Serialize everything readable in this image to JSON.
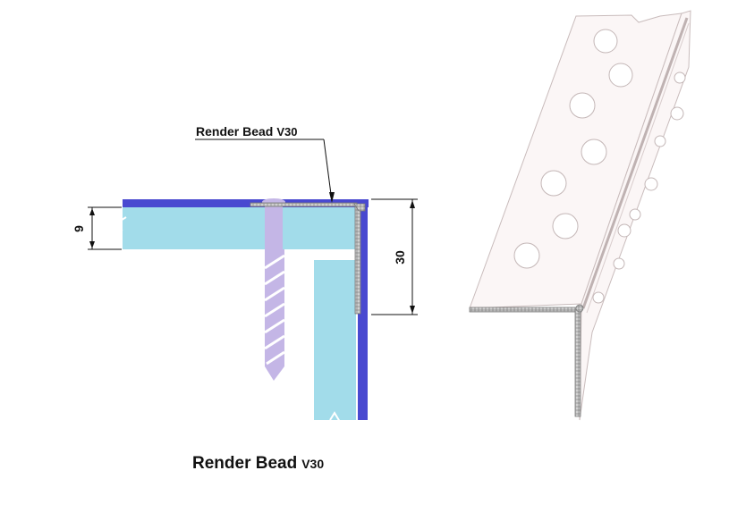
{
  "leader_label": {
    "main": "Render Bead",
    "suffix": "V30"
  },
  "caption": {
    "main": "Render Bead",
    "suffix": "V30"
  },
  "dimensions": {
    "left": "9",
    "right": "30"
  },
  "colors": {
    "render_blue": "#4949d0",
    "board_cyan": "#a2dcea",
    "screw_lilac": "#c4b6e6",
    "bead_grey": "#9a9a9a",
    "line_dark": "#111111"
  }
}
